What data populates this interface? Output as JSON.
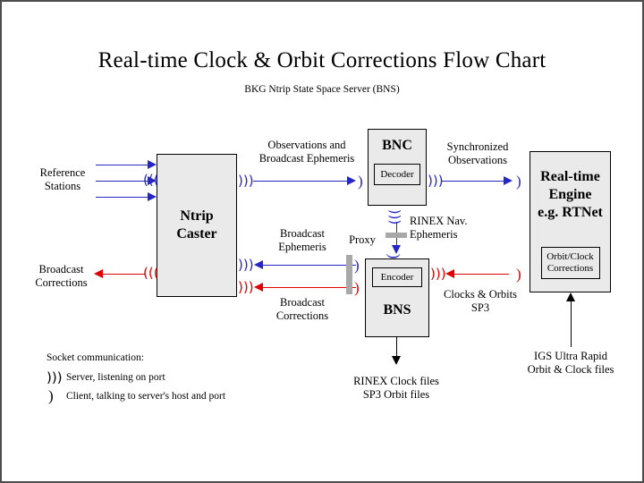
{
  "page": {
    "title": "Real-time Clock & Orbit Corrections Flow Chart",
    "subtitle": "BKG Ntrip State Space Server  (BNS)",
    "border_color": "#4d4d4d",
    "background": "#ffffff"
  },
  "colors": {
    "blue": "#2626c4",
    "red": "#e00000",
    "black": "#000000",
    "box_fill": "#eaeaea",
    "proxy_gray": "#a8a8a8"
  },
  "boxes": {
    "ntrip_caster": {
      "title": "Ntrip\nCaster",
      "line1": "Ntrip",
      "line2": "Caster"
    },
    "bnc": {
      "title": "BNC",
      "sub": "Decoder"
    },
    "bns": {
      "title": "BNS",
      "sub": "Encoder"
    },
    "rt_engine": {
      "line1": "Real-time",
      "line2": "Engine",
      "line3": "e.g. RTNet",
      "sub_line1": "Orbit/Clock",
      "sub_line2": "Corrections"
    }
  },
  "labels": {
    "reference_stations_l1": "Reference",
    "reference_stations_l2": "Stations",
    "broadcast_corrections_left_l1": "Broadcast",
    "broadcast_corrections_left_l2": "Corrections",
    "observations_l1": "Observations and",
    "observations_l2": "Broadcast Ephemeris",
    "synchronized_l1": "Synchronized",
    "synchronized_l2": "Observations",
    "broadcast_ephemeris_l1": "Broadcast",
    "broadcast_ephemeris_l2": "Ephemeris",
    "broadcast_corrections_mid_l1": "Broadcast",
    "broadcast_corrections_mid_l2": "Corrections",
    "proxy": "Proxy",
    "rinex_nav_l1": "RINEX Nav.",
    "rinex_nav_l2": "Ephemeris",
    "clocks_orbits_l1": "Clocks & Orbits",
    "clocks_orbits_l2": "SP3",
    "rinex_files_l1": "RINEX Clock files",
    "rinex_files_l2": "SP3 Orbit files",
    "igs_l1": "IGS Ultra Rapid",
    "igs_l2": "Orbit & Clock files"
  },
  "legend": {
    "heading": "Socket communication:",
    "server_glyph": "server-socket-icon",
    "server_text": "Server,  listening on port",
    "client_glyph": "client-socket-icon",
    "client_text": "Client,  talking to server's host and port"
  },
  "glyphs": {
    "socket_right": ")))",
    "socket_left": "(((",
    "socket_down": ")))",
    "client_right": ")",
    "client_left": "("
  }
}
